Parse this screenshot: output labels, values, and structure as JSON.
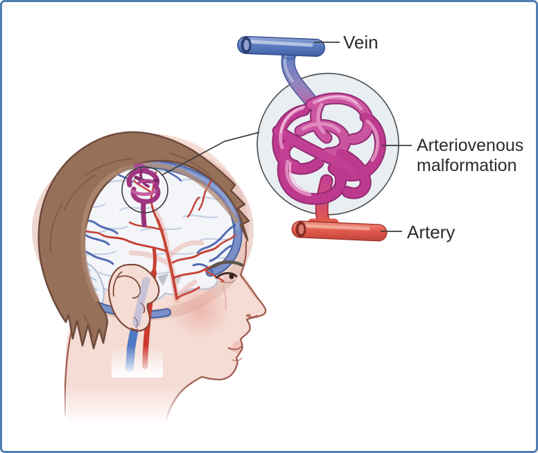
{
  "figure": {
    "labels": {
      "vein": "Vein",
      "avm_line1": "Arteriovenous",
      "avm_line2": "malformation",
      "artery": "Artery"
    },
    "colors": {
      "frame_border": "#4f7cb3",
      "vein_blue": "#5d7dc2",
      "artery_red": "#e2574c",
      "malformation_magenta": "#c33f93",
      "inset_background": "#e9eef2",
      "skin": "#f5dcd4",
      "hair": "#967059",
      "brain": "#f3f5f9",
      "label_text": "#2b2b2b"
    }
  }
}
